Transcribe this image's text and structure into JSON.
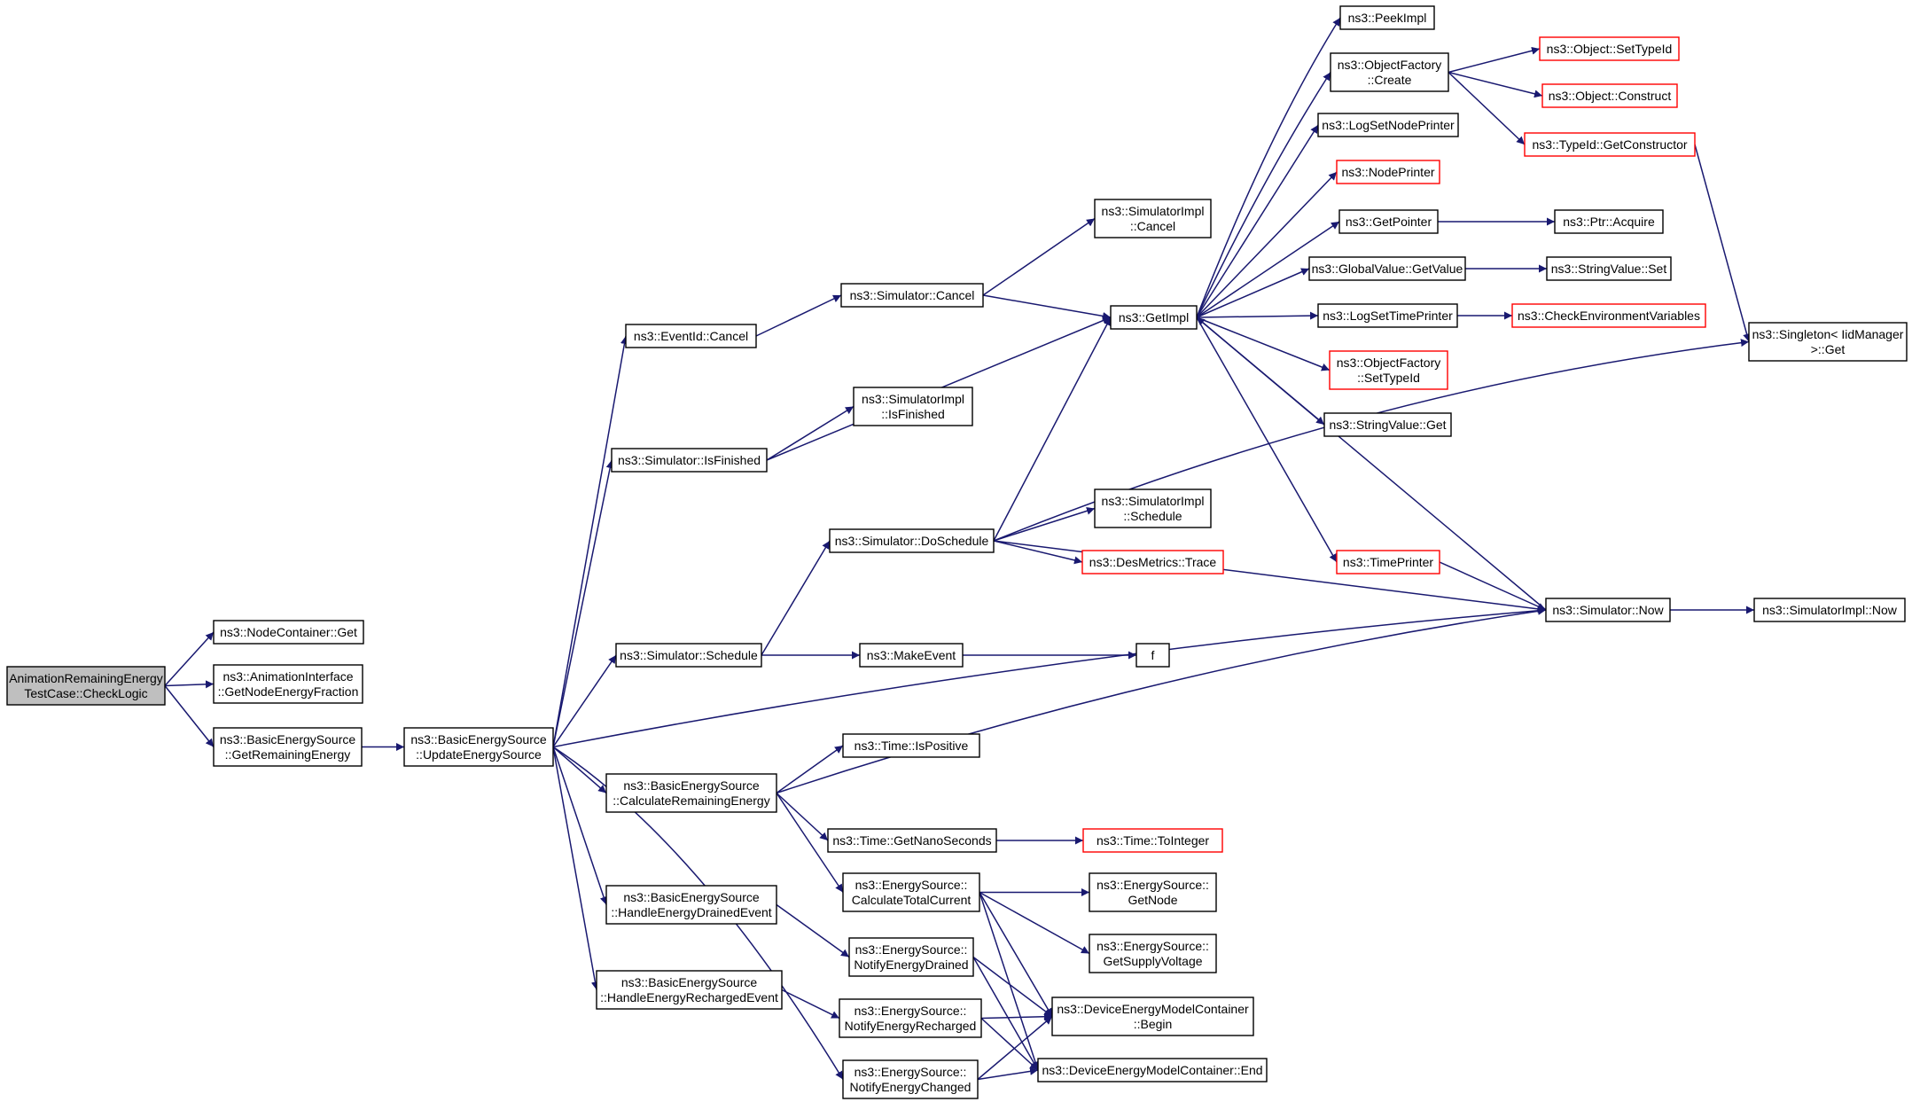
{
  "colors": {
    "edge": "#191970",
    "box_border": "#000000",
    "truncated_border": "#ff0000",
    "root_fill": "#bfbfbf",
    "background": "#ffffff"
  },
  "nodes": [
    {
      "id": "n0",
      "lines": [
        "AnimationRemainingEnergy",
        "TestCase::CheckLogic"
      ],
      "style": "root"
    },
    {
      "id": "n1",
      "lines": [
        "ns3::NodeContainer::Get"
      ],
      "style": "normal"
    },
    {
      "id": "n2",
      "lines": [
        "ns3::AnimationInterface",
        "::GetNodeEnergyFraction"
      ],
      "style": "normal"
    },
    {
      "id": "n3",
      "lines": [
        "ns3::BasicEnergySource",
        "::GetRemainingEnergy"
      ],
      "style": "normal"
    },
    {
      "id": "n4",
      "lines": [
        "ns3::BasicEnergySource",
        "::UpdateEnergySource"
      ],
      "style": "normal"
    },
    {
      "id": "n5",
      "lines": [
        "ns3::EventId::Cancel"
      ],
      "style": "normal"
    },
    {
      "id": "n6",
      "lines": [
        "ns3::Simulator::IsFinished"
      ],
      "style": "normal"
    },
    {
      "id": "n7",
      "lines": [
        "ns3::Simulator::Schedule"
      ],
      "style": "normal"
    },
    {
      "id": "n8",
      "lines": [
        "ns3::BasicEnergySource",
        "::CalculateRemainingEnergy"
      ],
      "style": "normal"
    },
    {
      "id": "n9",
      "lines": [
        "ns3::BasicEnergySource",
        "::HandleEnergyDrainedEvent"
      ],
      "style": "normal"
    },
    {
      "id": "n10",
      "lines": [
        "ns3::BasicEnergySource",
        "::HandleEnergyRechargedEvent"
      ],
      "style": "normal"
    },
    {
      "id": "n11",
      "lines": [
        "ns3::Simulator::Cancel"
      ],
      "style": "normal"
    },
    {
      "id": "n12",
      "lines": [
        "ns3::SimulatorImpl",
        "::IsFinished"
      ],
      "style": "normal"
    },
    {
      "id": "n13",
      "lines": [
        "ns3::Simulator::DoSchedule"
      ],
      "style": "normal"
    },
    {
      "id": "n14",
      "lines": [
        "ns3::MakeEvent"
      ],
      "style": "normal"
    },
    {
      "id": "n15",
      "lines": [
        "ns3::Time::IsPositive"
      ],
      "style": "normal"
    },
    {
      "id": "n16",
      "lines": [
        "ns3::Time::GetNanoSeconds"
      ],
      "style": "normal"
    },
    {
      "id": "n17",
      "lines": [
        "ns3::EnergySource::",
        "CalculateTotalCurrent"
      ],
      "style": "normal"
    },
    {
      "id": "n18",
      "lines": [
        "ns3::EnergySource::",
        "NotifyEnergyDrained"
      ],
      "style": "normal"
    },
    {
      "id": "n19",
      "lines": [
        "ns3::EnergySource::",
        "NotifyEnergyRecharged"
      ],
      "style": "normal"
    },
    {
      "id": "n20",
      "lines": [
        "ns3::EnergySource::",
        "NotifyEnergyChanged"
      ],
      "style": "normal"
    },
    {
      "id": "n21",
      "lines": [
        "ns3::SimulatorImpl",
        "::Cancel"
      ],
      "style": "normal"
    },
    {
      "id": "n22",
      "lines": [
        "ns3::GetImpl"
      ],
      "style": "normal"
    },
    {
      "id": "n23",
      "lines": [
        "ns3::SimulatorImpl",
        "::Schedule"
      ],
      "style": "normal"
    },
    {
      "id": "n24",
      "lines": [
        "ns3::DesMetrics::Trace"
      ],
      "style": "truncated"
    },
    {
      "id": "n25",
      "lines": [
        "f"
      ],
      "style": "normal"
    },
    {
      "id": "n26",
      "lines": [
        "ns3::Time::ToInteger"
      ],
      "style": "truncated"
    },
    {
      "id": "n27",
      "lines": [
        "ns3::EnergySource::",
        "GetNode"
      ],
      "style": "normal"
    },
    {
      "id": "n28",
      "lines": [
        "ns3::EnergySource::",
        "GetSupplyVoltage"
      ],
      "style": "normal"
    },
    {
      "id": "n29",
      "lines": [
        "ns3::DeviceEnergyModelContainer",
        "::Begin"
      ],
      "style": "normal"
    },
    {
      "id": "n30",
      "lines": [
        "ns3::DeviceEnergyModelContainer::End"
      ],
      "style": "normal"
    },
    {
      "id": "n31",
      "lines": [
        "ns3::PeekImpl"
      ],
      "style": "normal"
    },
    {
      "id": "n32",
      "lines": [
        "ns3::ObjectFactory",
        "::Create"
      ],
      "style": "normal"
    },
    {
      "id": "n33",
      "lines": [
        "ns3::LogSetNodePrinter"
      ],
      "style": "normal"
    },
    {
      "id": "n34",
      "lines": [
        "ns3::NodePrinter"
      ],
      "style": "truncated"
    },
    {
      "id": "n35",
      "lines": [
        "ns3::GetPointer"
      ],
      "style": "normal"
    },
    {
      "id": "n36",
      "lines": [
        "ns3::GlobalValue::GetValue"
      ],
      "style": "normal"
    },
    {
      "id": "n37",
      "lines": [
        "ns3::LogSetTimePrinter"
      ],
      "style": "normal"
    },
    {
      "id": "n38",
      "lines": [
        "ns3::ObjectFactory",
        "::SetTypeId"
      ],
      "style": "truncated"
    },
    {
      "id": "n39",
      "lines": [
        "ns3::StringValue::Get"
      ],
      "style": "normal"
    },
    {
      "id": "n40",
      "lines": [
        "ns3::TimePrinter"
      ],
      "style": "truncated"
    },
    {
      "id": "n41",
      "lines": [
        "ns3::Simulator::Now"
      ],
      "style": "normal"
    },
    {
      "id": "n42",
      "lines": [
        "ns3::Object::SetTypeId"
      ],
      "style": "truncated"
    },
    {
      "id": "n43",
      "lines": [
        "ns3::Object::Construct"
      ],
      "style": "truncated"
    },
    {
      "id": "n44",
      "lines": [
        "ns3::TypeId::GetConstructor"
      ],
      "style": "truncated"
    },
    {
      "id": "n45",
      "lines": [
        "ns3::Ptr::Acquire"
      ],
      "style": "normal"
    },
    {
      "id": "n46",
      "lines": [
        "ns3::StringValue::Set"
      ],
      "style": "normal"
    },
    {
      "id": "n47",
      "lines": [
        "ns3::CheckEnvironmentVariables"
      ],
      "style": "truncated"
    },
    {
      "id": "n48",
      "lines": [
        "ns3::Singleton< IidManager",
        " >::Get"
      ],
      "style": "normal"
    },
    {
      "id": "n49",
      "lines": [
        "ns3::SimulatorImpl::Now"
      ],
      "style": "normal"
    }
  ],
  "edges": [
    [
      "n0",
      "n1"
    ],
    [
      "n0",
      "n2"
    ],
    [
      "n0",
      "n3"
    ],
    [
      "n3",
      "n4"
    ],
    [
      "n4",
      "n5"
    ],
    [
      "n4",
      "n6"
    ],
    [
      "n4",
      "n7"
    ],
    [
      "n4",
      "n8"
    ],
    [
      "n4",
      "n9"
    ],
    [
      "n4",
      "n10"
    ],
    [
      "n4",
      "n20"
    ],
    [
      "n4",
      "n41"
    ],
    [
      "n5",
      "n11"
    ],
    [
      "n11",
      "n21"
    ],
    [
      "n11",
      "n22"
    ],
    [
      "n6",
      "n12"
    ],
    [
      "n6",
      "n22"
    ],
    [
      "n7",
      "n13"
    ],
    [
      "n7",
      "n14"
    ],
    [
      "n14",
      "n25"
    ],
    [
      "n13",
      "n22"
    ],
    [
      "n13",
      "n23"
    ],
    [
      "n13",
      "n24"
    ],
    [
      "n13",
      "n41"
    ],
    [
      "n13",
      "n48"
    ],
    [
      "n8",
      "n15"
    ],
    [
      "n8",
      "n16"
    ],
    [
      "n8",
      "n17"
    ],
    [
      "n8",
      "n41"
    ],
    [
      "n16",
      "n26"
    ],
    [
      "n17",
      "n27"
    ],
    [
      "n17",
      "n28"
    ],
    [
      "n17",
      "n29"
    ],
    [
      "n17",
      "n30"
    ],
    [
      "n9",
      "n18"
    ],
    [
      "n18",
      "n29"
    ],
    [
      "n18",
      "n30"
    ],
    [
      "n10",
      "n19"
    ],
    [
      "n19",
      "n29"
    ],
    [
      "n19",
      "n30"
    ],
    [
      "n20",
      "n29"
    ],
    [
      "n20",
      "n30"
    ],
    [
      "n22",
      "n31"
    ],
    [
      "n22",
      "n32"
    ],
    [
      "n22",
      "n33"
    ],
    [
      "n22",
      "n34"
    ],
    [
      "n22",
      "n35"
    ],
    [
      "n22",
      "n36"
    ],
    [
      "n22",
      "n37"
    ],
    [
      "n22",
      "n38"
    ],
    [
      "n22",
      "n39"
    ],
    [
      "n22",
      "n40"
    ],
    [
      "n32",
      "n42"
    ],
    [
      "n32",
      "n43"
    ],
    [
      "n32",
      "n44"
    ],
    [
      "n44",
      "n48"
    ],
    [
      "n35",
      "n45"
    ],
    [
      "n36",
      "n46"
    ],
    [
      "n37",
      "n47"
    ],
    [
      "n40",
      "n41"
    ],
    [
      "n41",
      "n22"
    ],
    [
      "n41",
      "n49"
    ]
  ]
}
